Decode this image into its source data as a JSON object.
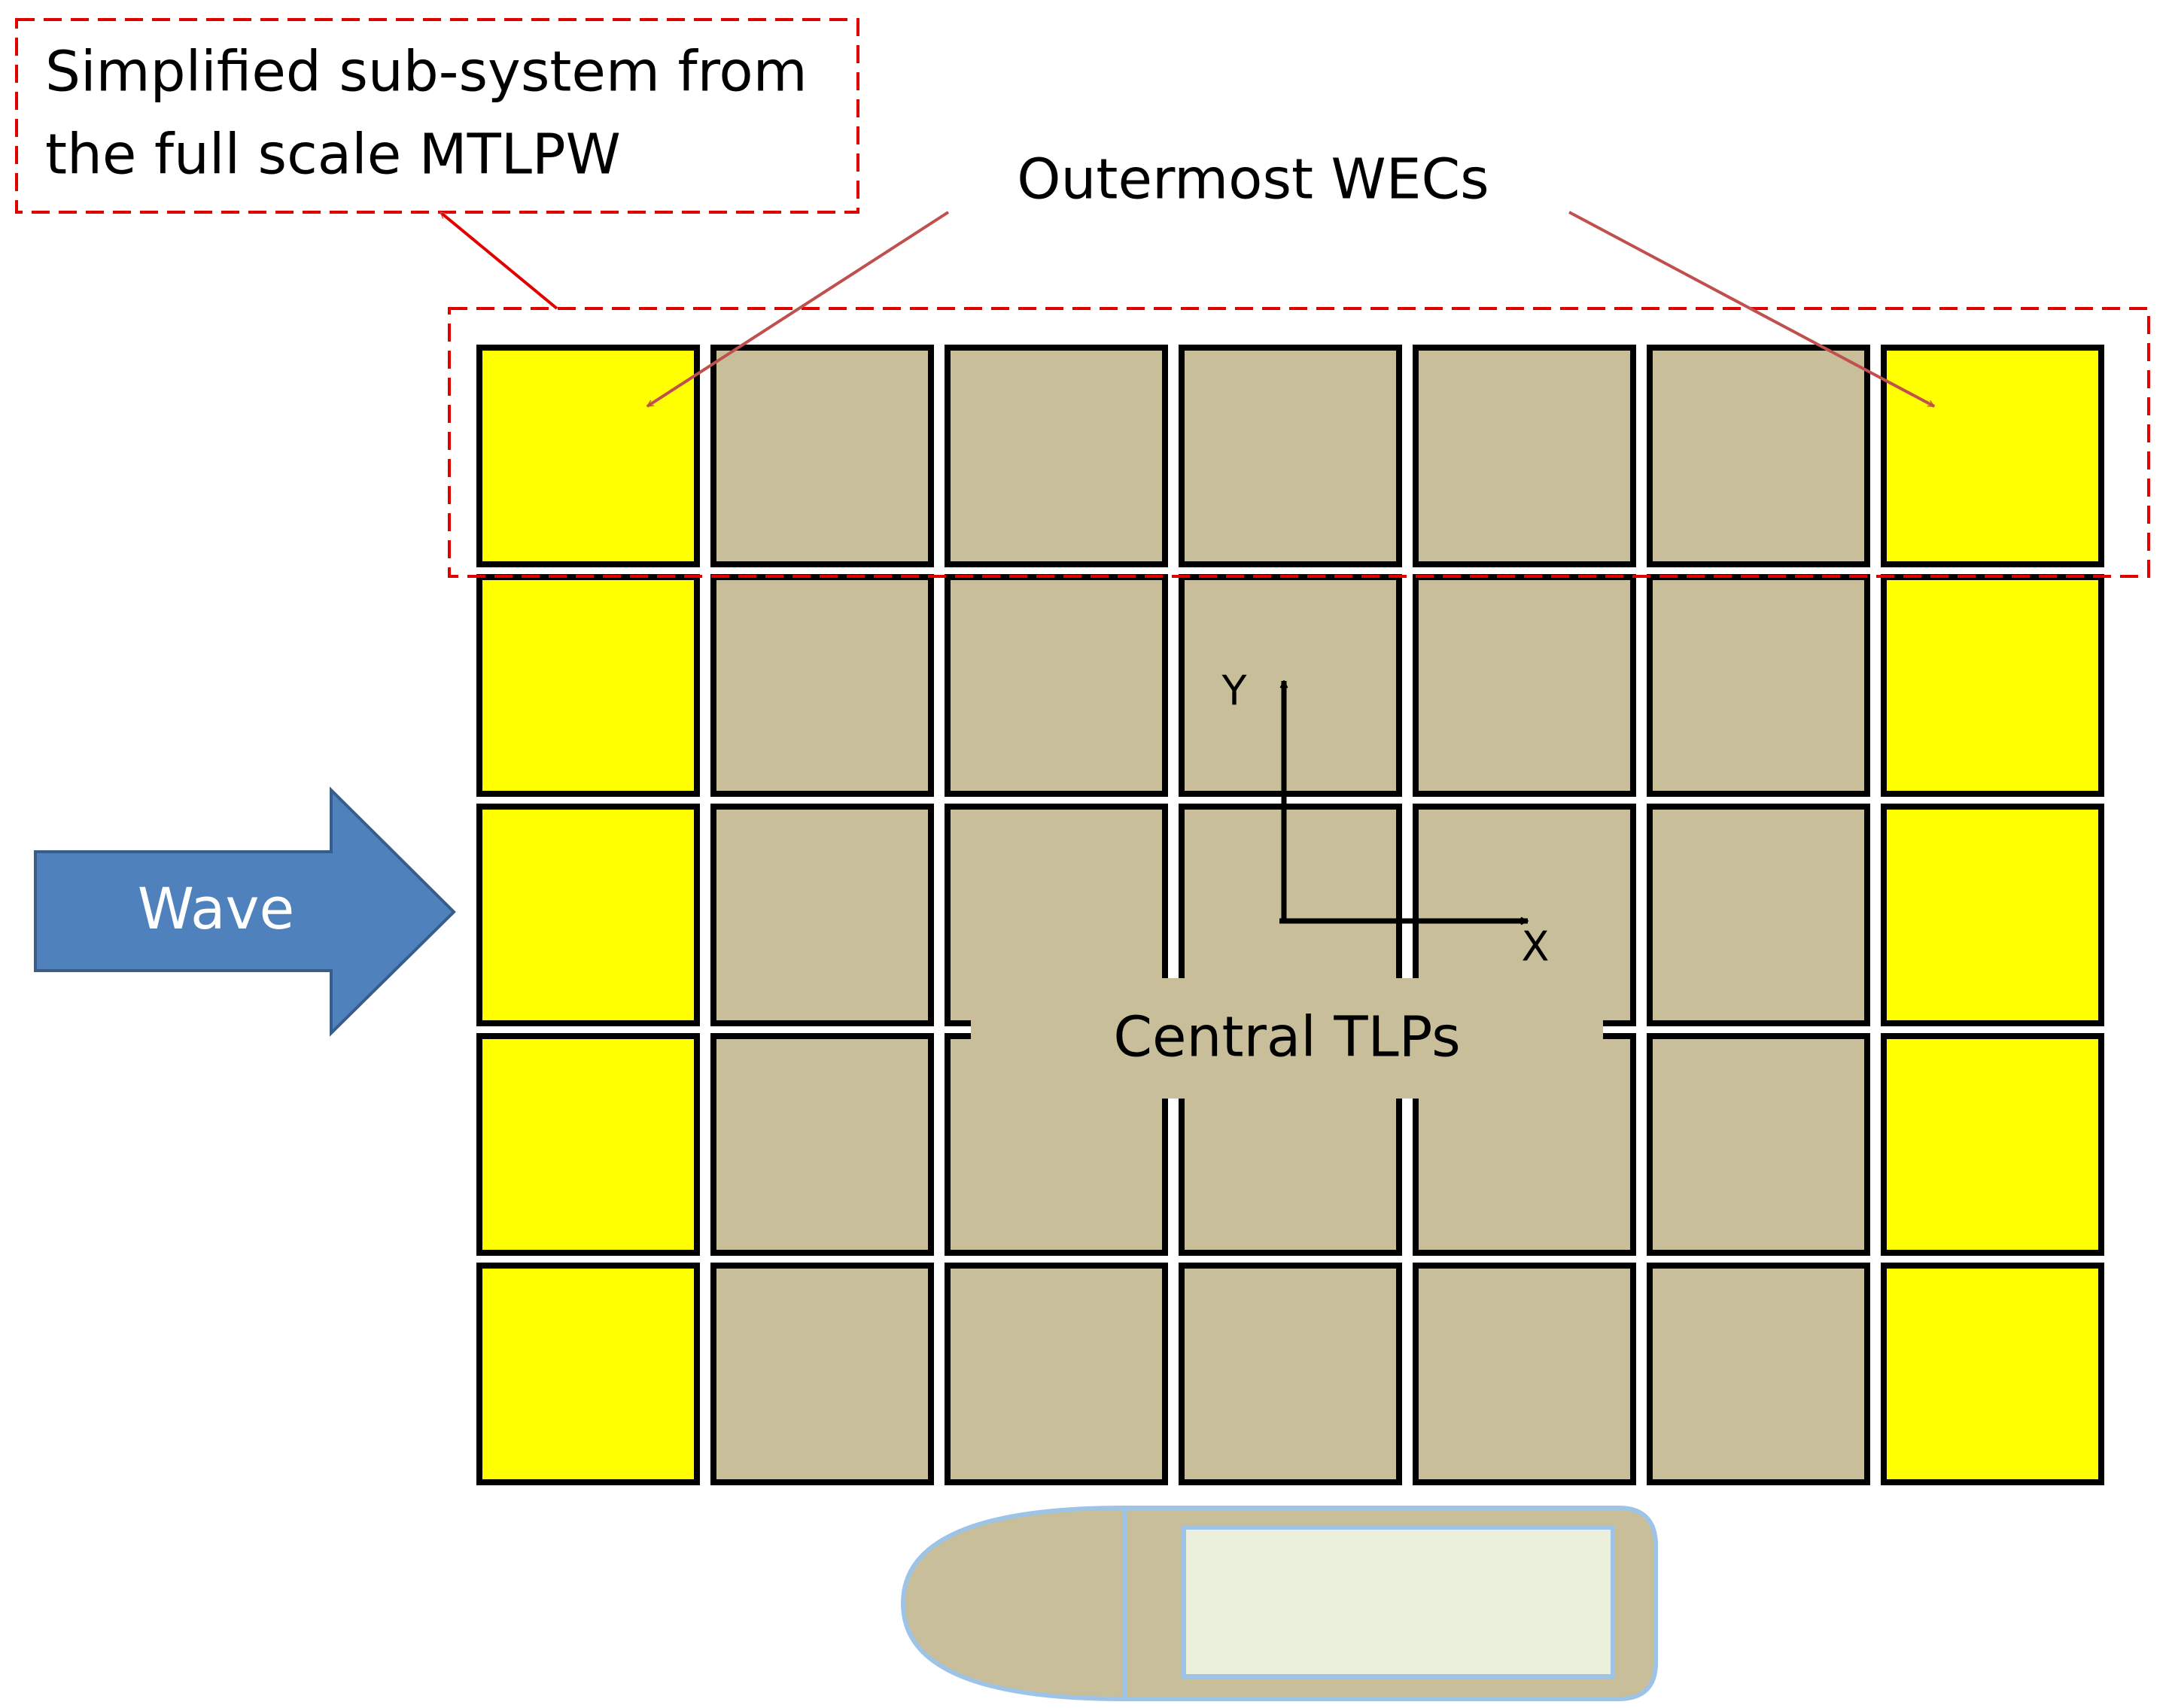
{
  "labels": {
    "subsystem_line1": "Simplified sub-system from",
    "subsystem_line2": "the full scale MTLPW",
    "outer_wecs": "Outermost WECs",
    "central_tlps": "Central TLPs",
    "wave": "Wave",
    "axis_y": "Y",
    "axis_x": "X"
  },
  "grid": {
    "rows": 5,
    "cols": 7,
    "wec_columns": [
      0,
      6
    ]
  },
  "colors": {
    "wec_fill": "#ffff00",
    "tlp_fill": "#c8be9a",
    "cell_border": "#000000",
    "dashed_box": "#e00000",
    "callout_arrow": "#c0504d",
    "wave_fill": "#4f81bd",
    "wave_border": "#385d8a",
    "wave_text": "#ffffff",
    "ship_hull": "#c8be9a",
    "ship_outline": "#9dc3e6",
    "ship_deck": "#ebf0dc"
  }
}
